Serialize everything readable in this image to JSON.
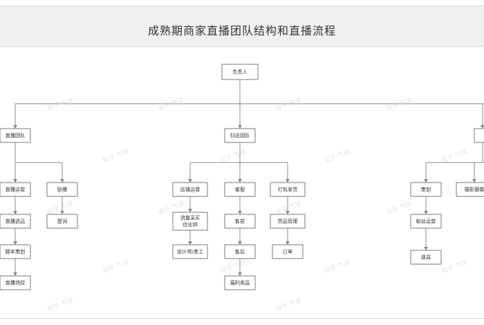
{
  "title": "成熟期商家直播团队结构和直播流程",
  "watermark": "知乎 气球",
  "colors": {
    "line": "#888888",
    "node_border": "#7a7a7a",
    "node_fill": "#ffffff",
    "text": "#333333",
    "header_bg": "#f0f0f0"
  },
  "nodes": {
    "root": "负责人",
    "live_team": "直播团队",
    "douyin_team": "抖店团队",
    "live_ops": "直播运营",
    "assistant": "助播",
    "live_select": "直播选品",
    "prompter": "提词",
    "script": "脚本策划",
    "field_control": "直播场控",
    "store_ops": "店铺运营",
    "traffic": "流量采买\n优化师",
    "designer": "设计师/美工",
    "service": "客服",
    "presale": "售前",
    "aftersale": "售后",
    "welfare": "福利奖品",
    "packing": "打包发货",
    "goods_mgmt": "货品管理",
    "orders": "订单",
    "planning": "策划",
    "photo": "摄影摄像",
    "fans_ops": "粉丝运营",
    "props": "道具"
  }
}
